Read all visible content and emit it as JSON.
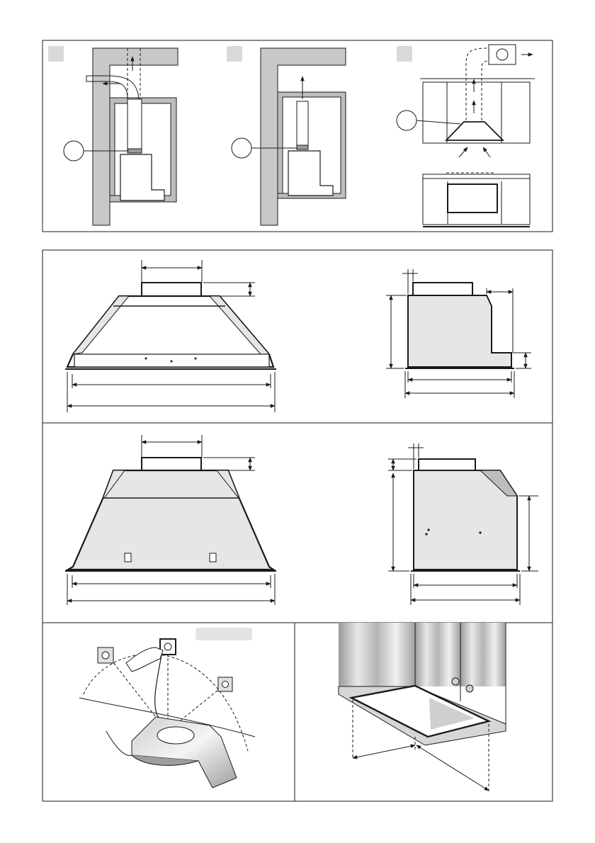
{
  "page": {
    "background": "#ffffff"
  },
  "colors": {
    "line": "#1a1a1a",
    "wall": "#c8c8c8",
    "panel": "#bdbdbd",
    "light": "#e6e6e6"
  },
  "figures": {
    "installation_variants": [
      "variant-1",
      "variant-2",
      "variant-3"
    ],
    "dimension_views": [
      "front-view-1",
      "side-view-1",
      "front-view-2",
      "side-view-2"
    ],
    "bottom_views": [
      "electrical-connection",
      "cabinet-cutout"
    ]
  },
  "icons": [
    "arrow-up-icon",
    "arrow-left-icon",
    "callout-circle-icon",
    "socket-icon",
    "hand-icon",
    "plug-icon"
  ]
}
